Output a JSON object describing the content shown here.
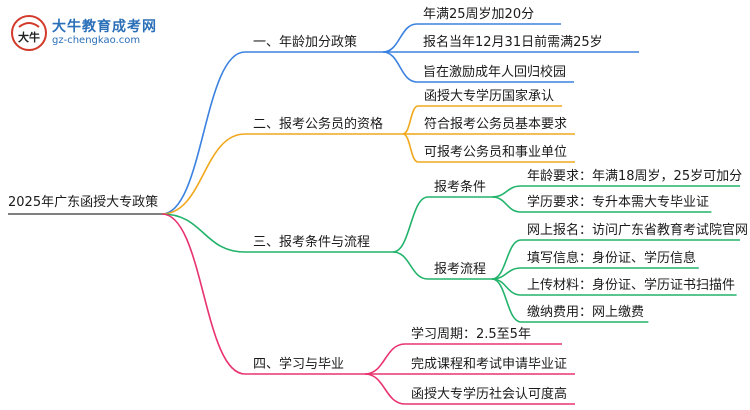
{
  "logo": {
    "title": "大牛教育成考网",
    "url": "gz-chengkao.com",
    "mark_text": "大牛"
  },
  "root": {
    "label": "2025年广东函授大专政策"
  },
  "branches": [
    {
      "label": "一、年龄加分政策",
      "color": "#3b82e0",
      "children": [
        {
          "label": "年满25周岁加20分"
        },
        {
          "label": "报名当年12月31日前需满25岁"
        },
        {
          "label": "旨在激励成年人回归校园"
        }
      ]
    },
    {
      "label": "二、报考公务员的资格",
      "color": "#f2a81d",
      "children": [
        {
          "label": "函授大专学历国家承认"
        },
        {
          "label": "符合报考公务员基本要求"
        },
        {
          "label": "可报考公务员和事业单位"
        }
      ]
    },
    {
      "label": "三、报考条件与流程",
      "color": "#22b36b",
      "children": [
        {
          "label": "报考条件",
          "children": [
            {
              "label": "年龄要求：年满18周岁，25岁可加分"
            },
            {
              "label": "学历要求：专升本需大专毕业证"
            }
          ]
        },
        {
          "label": "报考流程",
          "children": [
            {
              "label": "网上报名：访问广东省教育考试院官网"
            },
            {
              "label": "填写信息：身份证、学历信息"
            },
            {
              "label": "上传材料：身份证、学历证书扫描件"
            },
            {
              "label": "缴纳费用：网上缴费"
            }
          ]
        }
      ]
    },
    {
      "label": "四、学习与毕业",
      "color": "#e8336f",
      "children": [
        {
          "label": "学习周期：2.5至5年"
        },
        {
          "label": "完成课程和考试申请毕业证"
        },
        {
          "label": "函授大专学历社会认可度高"
        }
      ]
    }
  ]
}
